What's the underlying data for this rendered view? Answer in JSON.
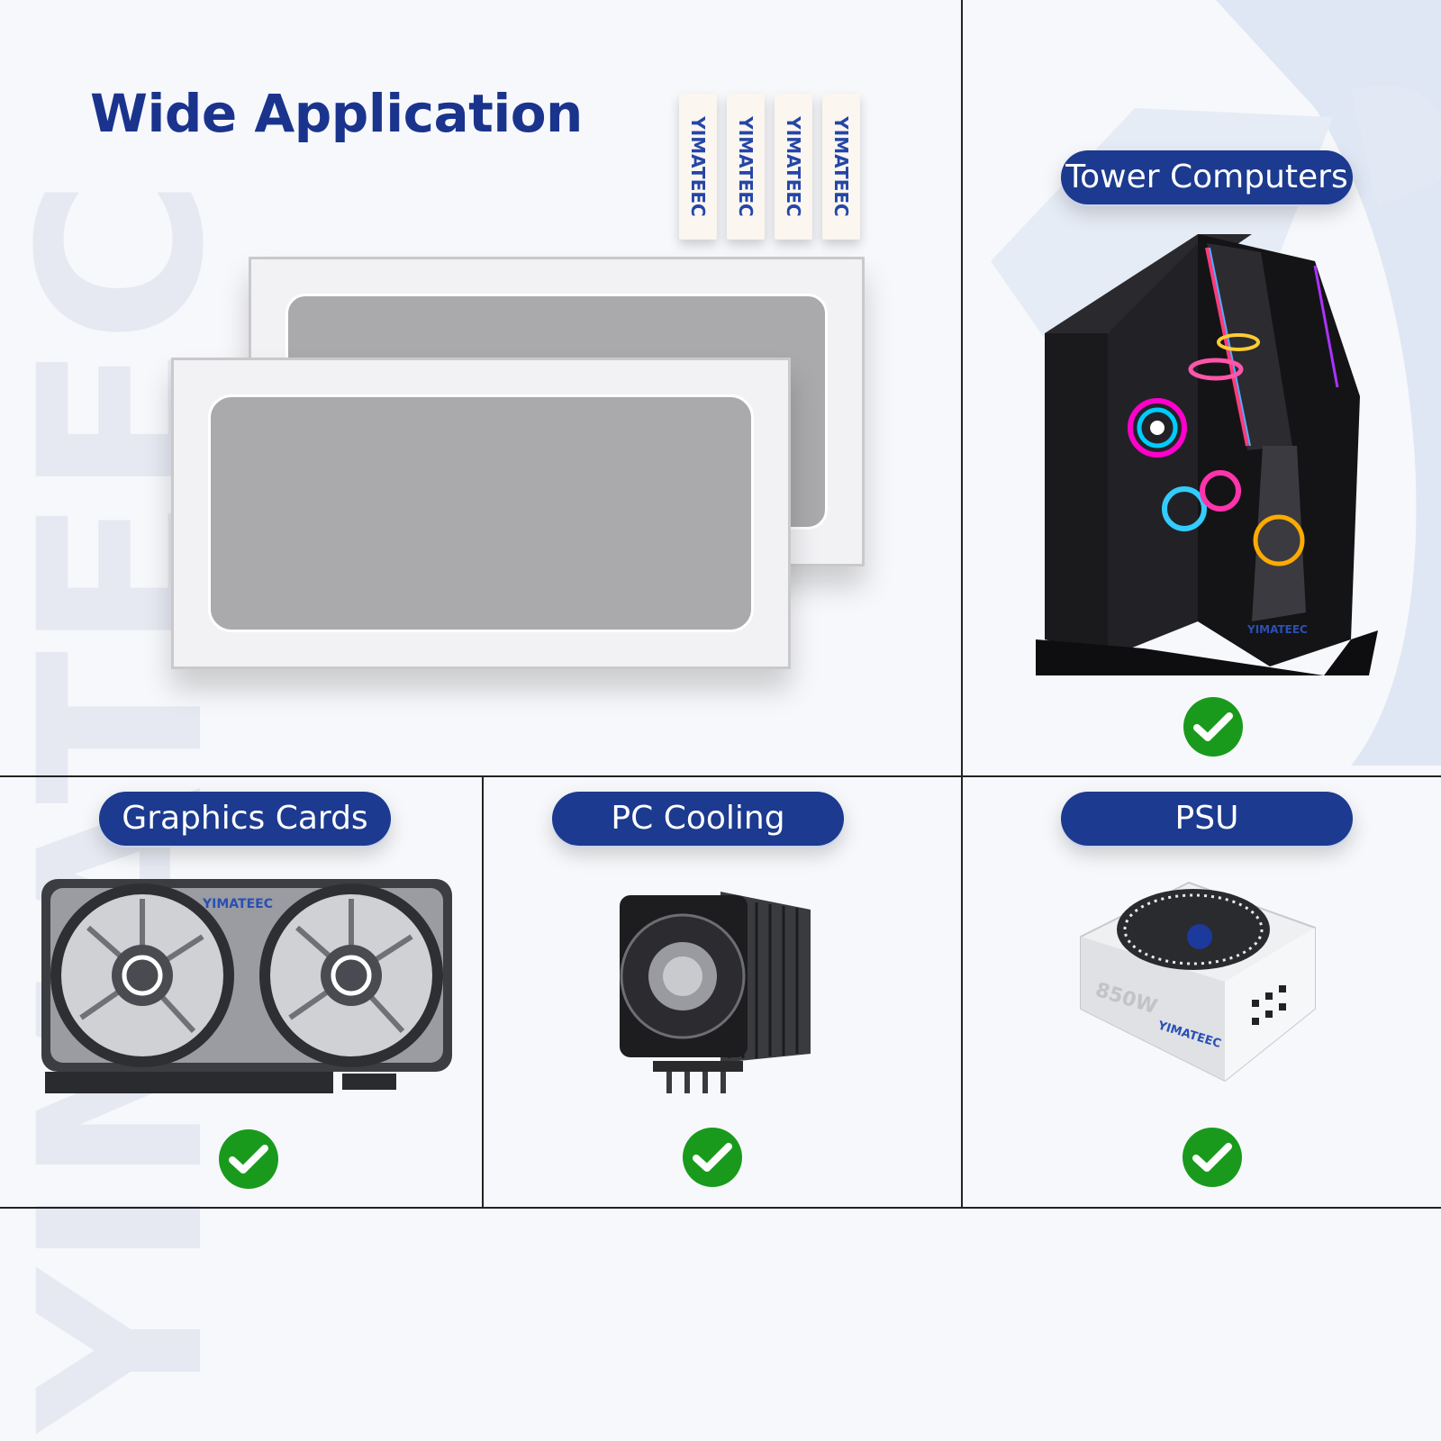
{
  "banner": {
    "title": "Wide Application",
    "strip_brand": "YIMATEEC",
    "strip_count": 4
  },
  "watermark": {
    "text": "YIMATEEC"
  },
  "applications": [
    {
      "label": "Tower Computers",
      "checked": true,
      "brand": "YIMATEEC"
    },
    {
      "label": "Graphics Cards",
      "checked": true,
      "brand": "YIMATEEC"
    },
    {
      "label": "PC Cooling",
      "checked": true
    },
    {
      "label": "PSU",
      "checked": true,
      "wattage": "850W",
      "brand": "YIMATEEC"
    }
  ],
  "colors": {
    "brand_blue": "#1c3a8f",
    "check_green": "#1a9a1c",
    "background": "#f7f8fb",
    "divider": "#222222"
  },
  "icons": [
    "checkmark-icon"
  ]
}
